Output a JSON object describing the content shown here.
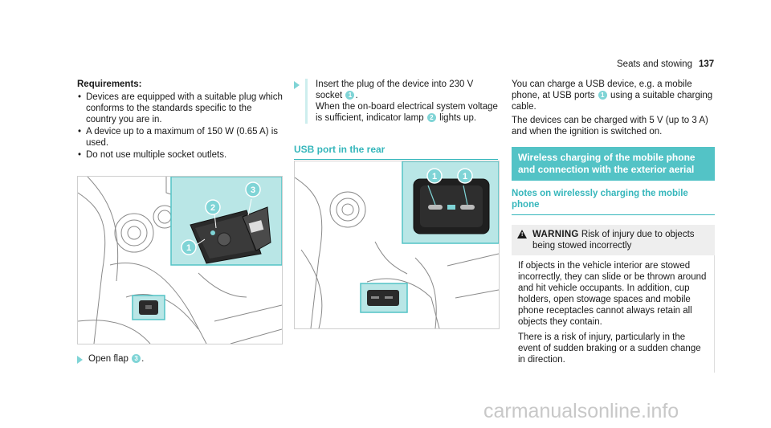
{
  "header": {
    "section": "Seats and stowing",
    "page": "137"
  },
  "col1": {
    "req_title": "Requirements:",
    "bullets": [
      "Devices are equipped with a suitable plug which conforms to the standards specific to the country you are in.",
      "A device up to a maximum of 150 W (0.65 A) is used.",
      "Do not use multiple socket outlets."
    ],
    "step_open_pre": "Open flap",
    "step_open_num": "3",
    "step_open_post": "."
  },
  "col2": {
    "step_insert_a": "Insert the plug of the device into 230 V socket",
    "step_insert_num1": "1",
    "step_insert_b": ".",
    "step_insert_c": "When the on-board electrical system voltage is sufficient, indicator lamp",
    "step_insert_num2": "2",
    "step_insert_d": "lights up.",
    "usb_heading": "USB port in the rear"
  },
  "col3": {
    "usb_p1_a": "You can charge a USB device, e.g. a mobile phone, at USB ports",
    "usb_p1_num": "1",
    "usb_p1_b": "using a suitable charging cable.",
    "usb_p2": "The devices can be charged with 5 V (up to 3 A) and when the ignition is switched on.",
    "wireless_bar": "Wireless charging of the mobile phone and connection with the exterior aerial",
    "notes_heading": "Notes on wirelessly charging the mobile phone",
    "warning_label": "WARNING",
    "warning_title": "Risk of injury due to objects being stowed incorrectly",
    "warning_p1": "If objects in the vehicle interior are stowed incorrectly, they can slide or be thrown around and hit vehicle occupants. In addition, cup holders, open stowage spaces and mobile phone receptacles cannot always retain all objects they contain.",
    "warning_p2": "There is a risk of injury, particularly in the event of sudden braking or a sudden change in direction."
  },
  "figures": {
    "fig1_callouts": [
      "1",
      "2",
      "3"
    ],
    "fig2_callouts": [
      "1",
      "1"
    ]
  },
  "colors": {
    "accent": "#35b6bb",
    "callout": "#7fd4d6",
    "inset": "#b9e6e6"
  },
  "watermark": "carmanualsonline.info"
}
